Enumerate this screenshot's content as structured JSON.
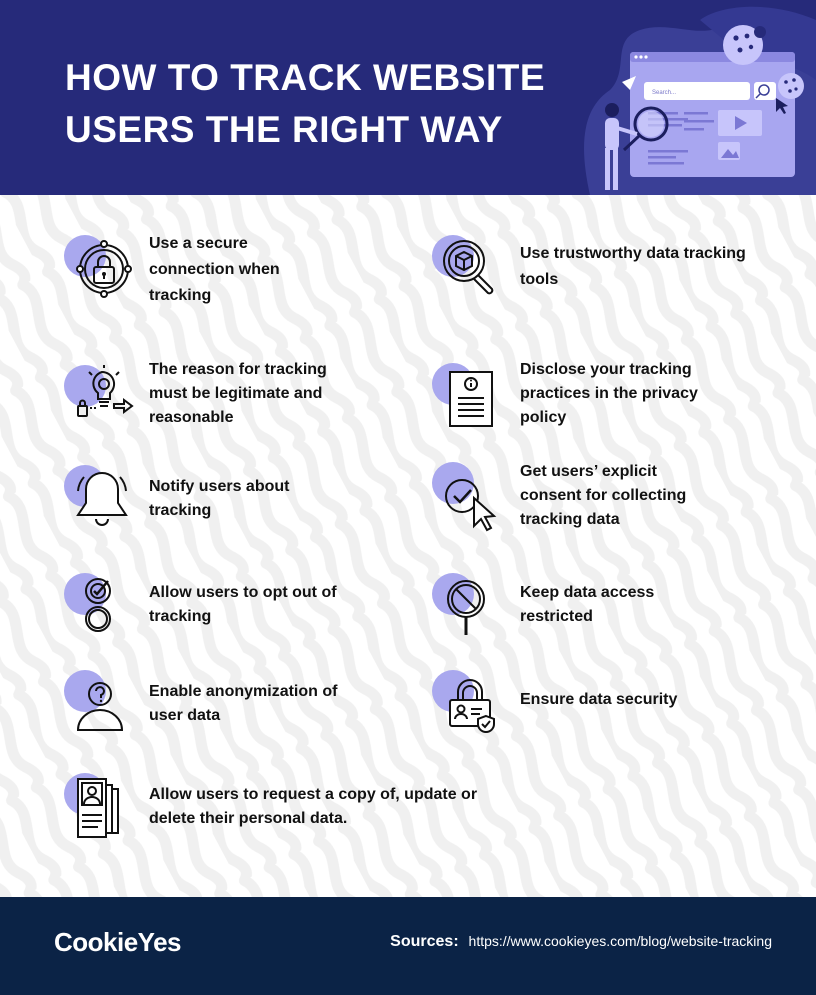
{
  "header": {
    "title": "HOW TO TRACK WEBSITE USERS THE RIGHT WAY",
    "search_placeholder": "Search..."
  },
  "colors": {
    "header_bg": "#262a7a",
    "accent_blob": "#a9a8ee",
    "footer_bg": "#0b2346"
  },
  "items": [
    {
      "label": "Use a secure connection when tracking",
      "icon": "lock-icon"
    },
    {
      "label": "Use trustworthy data tracking tools",
      "icon": "magnifier-cube-icon"
    },
    {
      "label": "The reason for tracking must be legitimate and reasonable",
      "icon": "lightbulb-gear-icon"
    },
    {
      "label": "Disclose your tracking practices in the privacy policy",
      "icon": "document-info-icon"
    },
    {
      "label": "Notify users about tracking",
      "icon": "bell-icon"
    },
    {
      "label": "Get users’ explicit consent for collecting tracking data",
      "icon": "check-cursor-icon"
    },
    {
      "label": "Allow users to opt out of tracking",
      "icon": "checkbox-toggle-icon"
    },
    {
      "label": "Keep data access restricted",
      "icon": "restricted-magnifier-icon"
    },
    {
      "label": "Enable anonymization of user data",
      "icon": "anonymous-user-icon"
    },
    {
      "label": "Ensure data security",
      "icon": "lock-id-shield-icon"
    },
    {
      "label": "Allow users to request a copy of, update or delete their personal data.",
      "icon": "profile-documents-icon"
    }
  ],
  "footer": {
    "brand": "CookieYes",
    "sources_label": "Sources:",
    "sources_url": "https://www.cookieyes.com/blog/website-tracking"
  }
}
